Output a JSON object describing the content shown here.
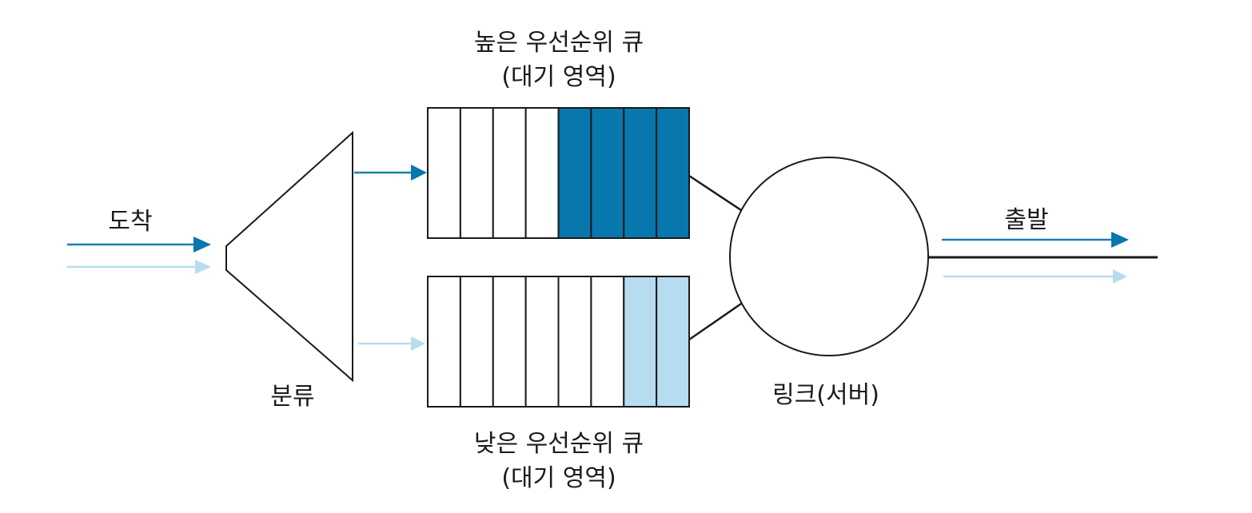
{
  "labels": {
    "arrival": "도착",
    "classifier": "분류",
    "high_queue_line1": "높은 우선순위 큐",
    "high_queue_line2": "(대기 영역)",
    "low_queue_line1": "낮은 우선순위 큐",
    "low_queue_line2": "(대기 영역)",
    "server": "링크(서버)",
    "departure": "출발"
  },
  "queues": {
    "high": {
      "slots": 8,
      "filled": 4
    },
    "low": {
      "slots": 8,
      "filled": 2
    }
  },
  "colors": {
    "high_priority": "#0877ad",
    "low_priority": "#b6dcef",
    "high_arrow": "#1a7fae",
    "low_arrow": "#b8dced",
    "stroke": "#1a1a1a"
  }
}
